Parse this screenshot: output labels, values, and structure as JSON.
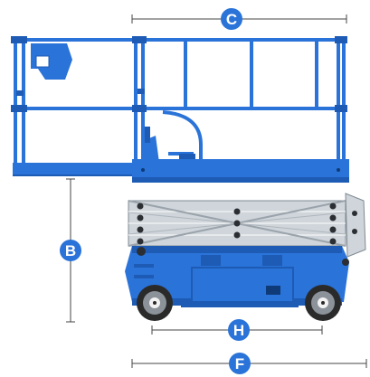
{
  "colors": {
    "machine_blue": "#2a73d8",
    "machine_blue_dark": "#1d5bb5",
    "scissor_grey": "#cfd5da",
    "scissor_outline": "#7f8a93",
    "wheel_dark": "#2a2a2a",
    "dimension_line": "#444444"
  },
  "dimensions": {
    "platform_length": "C",
    "platform_height": "B",
    "wheelbase": "H",
    "overall_length": "F"
  }
}
